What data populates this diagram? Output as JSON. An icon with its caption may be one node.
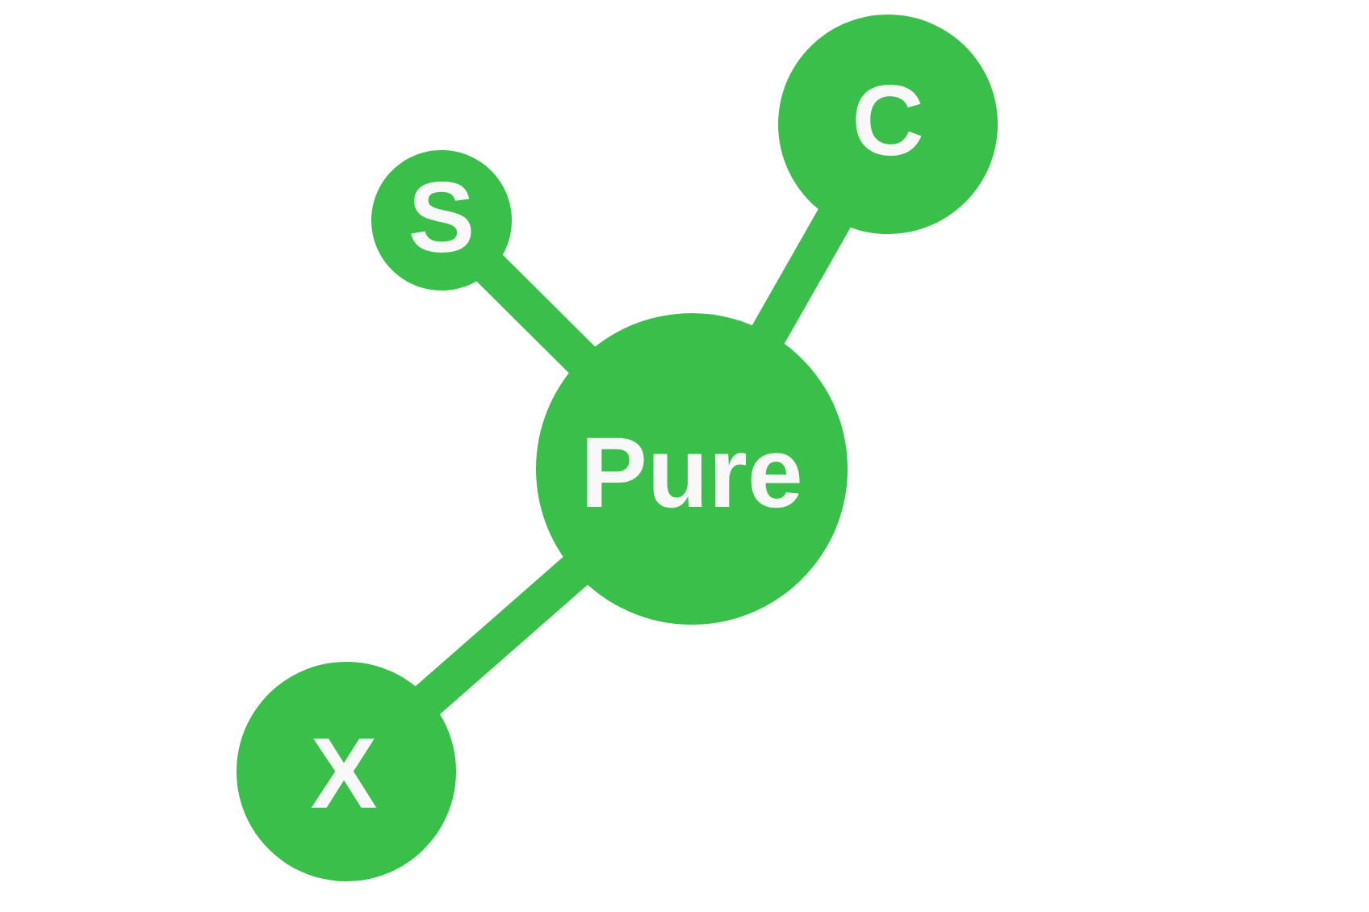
{
  "diagram": {
    "nodes": [
      {
        "text": [
          "S"
        ]
      },
      {
        "text": [
          "C"
        ]
      },
      {
        "text": [
          "Pure"
        ]
      },
      {
        "text": [
          "X"
        ]
      }
    ],
    "edges": [
      {
        "from": 0,
        "to": 2,
        "arrow": "none"
      },
      {
        "from": 1,
        "to": 2,
        "arrow": "none"
      },
      {
        "from": 3,
        "to": 2,
        "arrow": "none"
      }
    ]
  }
}
